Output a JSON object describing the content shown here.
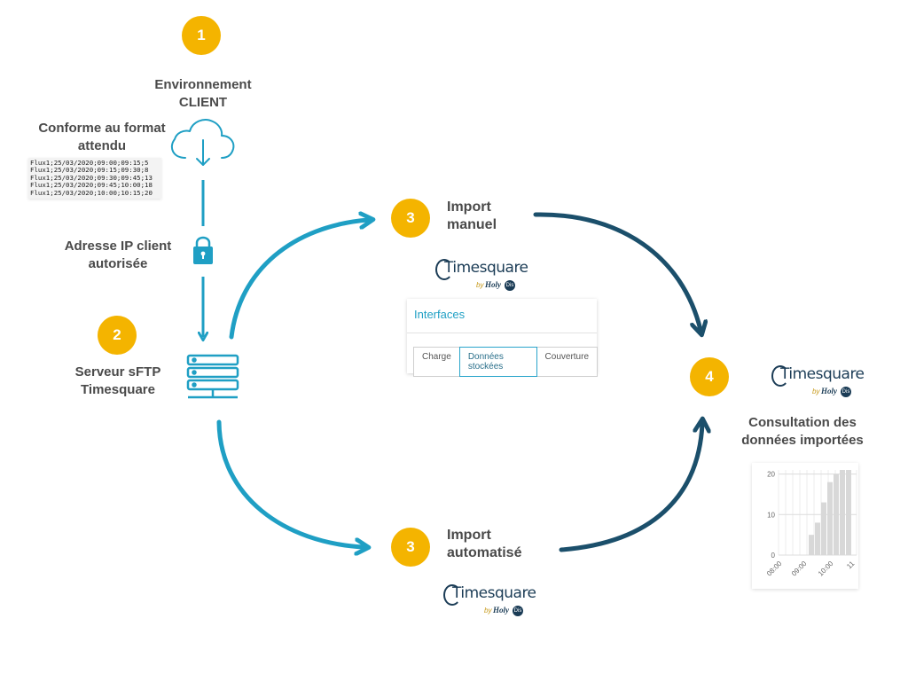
{
  "steps": {
    "s1": {
      "number": "1",
      "label": "Environnement CLIENT"
    },
    "s2": {
      "number": "2",
      "label": "Serveur sFTP Timesquare"
    },
    "s3a": {
      "number": "3",
      "label": "Import manuel"
    },
    "s3b": {
      "number": "3",
      "label": "Import automatisé"
    },
    "s4": {
      "number": "4",
      "label": "Consultation des données importées"
    }
  },
  "notes": {
    "format": "Conforme au format attendu",
    "ip": "Adresse IP client autorisée"
  },
  "csv_lines": [
    "Flux1;25/03/2020;09:00;09:15;5",
    "Flux1;25/03/2020;09:15;09:30;8",
    "Flux1;25/03/2020;09:30;09:45;13",
    "Flux1;25/03/2020;09:45;10:00;18",
    "Flux1;25/03/2020;10:00;10:15;20"
  ],
  "logo": {
    "word": "Timesquare",
    "by": "by",
    "holy": "Holy",
    "bis": "Dis"
  },
  "interfaces_panel": {
    "title": "Interfaces",
    "tabs": [
      "Charge",
      "Données stockées",
      "Couverture"
    ],
    "active_tab": "Données stockées"
  },
  "icons": {
    "cloud": "cloud-download-icon",
    "lock": "lock-icon",
    "server": "server-icon"
  },
  "colors": {
    "badge": "#f4b400",
    "arrow_light": "#1f9fc4",
    "arrow_dark": "#1b4f6b",
    "text": "#4a4a4a"
  },
  "chart_data": {
    "type": "bar",
    "x_tick_labels": [
      "08:00",
      "09:00",
      "10:00",
      "11"
    ],
    "y_ticks": [
      0,
      10,
      20
    ],
    "values": [
      5,
      8,
      13,
      18,
      20,
      21,
      21
    ],
    "ylim": [
      0,
      21
    ]
  }
}
